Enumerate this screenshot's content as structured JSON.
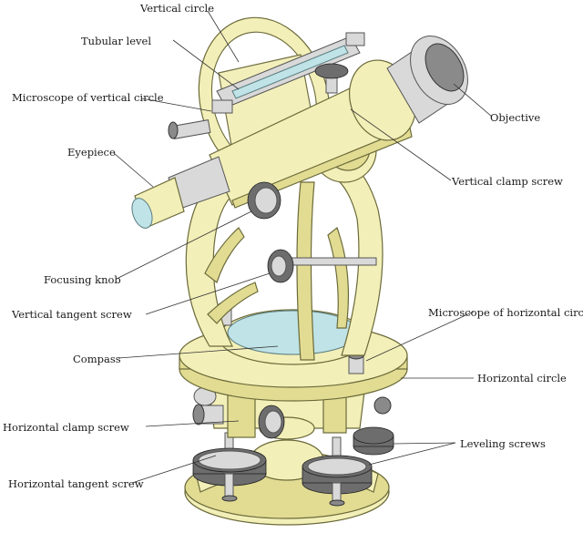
{
  "labels": {
    "vertical_circle": "Vertical circle",
    "tubular_level": "Tubular level",
    "microscope_vertical_circle": "Microscope of vertical circle",
    "eyepiece": "Eyepiece",
    "objective": "Objective",
    "vertical_clamp_screw": "Vertical clamp screw",
    "focusing_knob": "Focusing knob",
    "vertical_tangent_screw": "Vertical tangent screw",
    "microscope_horizontal_circle": "Microscope of horizontal circle",
    "compass": "Compass",
    "horizontal_circle": "Horizontal circle",
    "horizontal_clamp_screw": "Horizontal clamp screw",
    "leveling_screws": "Leveling screws",
    "horizontal_tangent_screw": "Horizontal tangent screw"
  },
  "colors": {
    "body": "#f3efb8",
    "outline": "#6b6a3a",
    "metal": "#d9d9d9",
    "glass": "#bfe3e6"
  }
}
